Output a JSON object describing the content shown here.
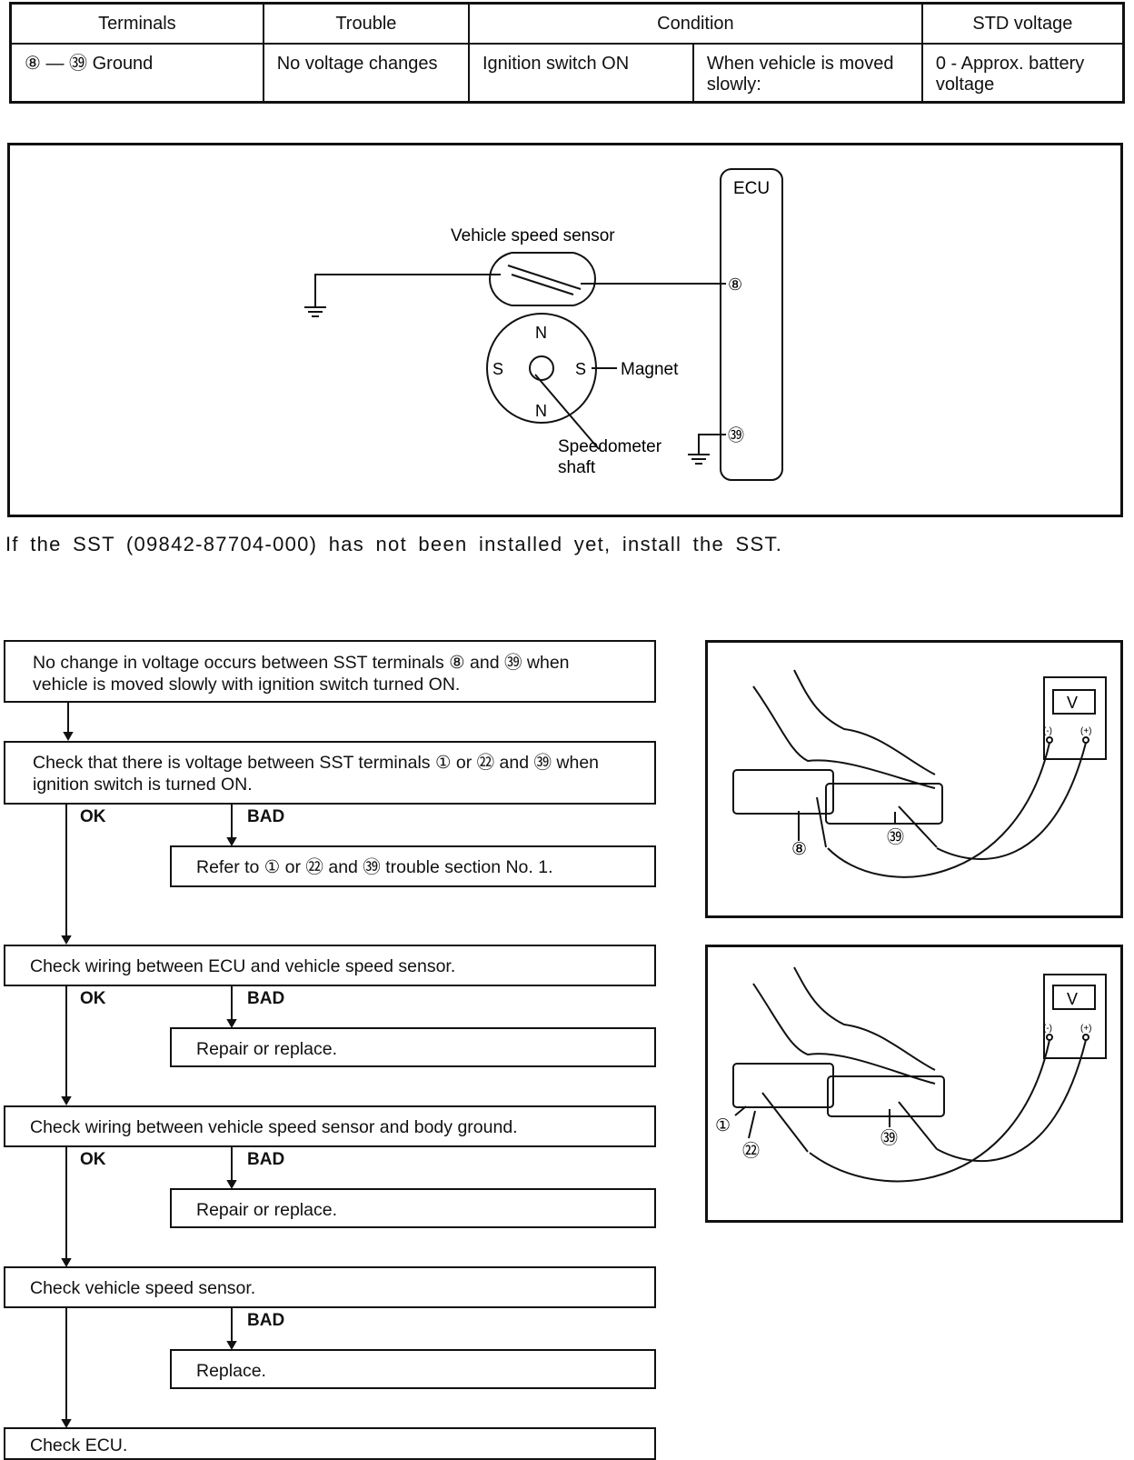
{
  "spec_table": {
    "headers": {
      "terminals": "Terminals",
      "trouble": "Trouble",
      "condition": "Condition",
      "std_voltage": "STD voltage"
    },
    "row": {
      "terminals": "⑧ — ㊴ Ground",
      "trouble": "No voltage changes",
      "condition_1": "Ignition switch ON",
      "condition_2": "When vehicle is moved slowly:",
      "std_voltage": "0 - Approx. battery voltage"
    }
  },
  "circuit": {
    "ecu": "ECU",
    "sensor": "Vehicle speed sensor",
    "terminal_top": "⑧",
    "terminal_bottom": "㊴",
    "pole_n": "N",
    "pole_s": "S",
    "magnet": "Magnet",
    "shaft_line1": "Speedometer",
    "shaft_line2": "shaft"
  },
  "note": "If the SST (09842-87704-000) has not been installed yet, install the SST.",
  "flow": {
    "step1": "No change in voltage occurs between SST terminals ⑧ and ㊴ when vehicle is moved slowly with ignition switch turned ON.",
    "step2": "Check that there is voltage between SST terminals ① or ㉒ and ㊴ when ignition switch is turned ON.",
    "step2_bad": "Refer to ① or ㉒ and ㊴ trouble section No. 1.",
    "step3": "Check wiring between ECU and vehicle speed sensor.",
    "step3_bad": "Repair or replace.",
    "step4": "Check wiring between vehicle speed sensor and body ground.",
    "step4_bad": "Repair or replace.",
    "step5": "Check vehicle speed sensor.",
    "step5_bad": "Replace.",
    "step6": "Check ECU.",
    "ok": "OK",
    "bad": "BAD"
  },
  "photos": {
    "meter_label": "V",
    "neg": "(-)",
    "pos": "(+)",
    "fig1_t1": "⑧",
    "fig1_t2": "㊴",
    "fig2_t1": "①",
    "fig2_t2": "㉒",
    "fig2_t3": "㊴"
  }
}
